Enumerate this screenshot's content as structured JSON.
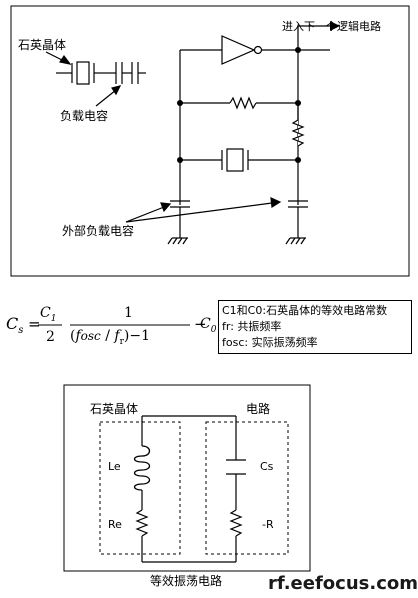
{
  "top": {
    "crystal_label": "石英晶体",
    "load_cap_label": "负载电容",
    "ext_load_cap_label": "外部负载电容",
    "next_logic_label": "进入下一个逻辑电路"
  },
  "formula": {
    "lhs": "C",
    "lhs_sub": "s",
    "num1": "C",
    "num1_sub": "1",
    "den1": "2",
    "num2": "1",
    "den2_f": "f",
    "den2_osc": "osc",
    "den2_slash": "/",
    "den2_r": "f",
    "den2_r_sub": "r",
    "den2_minus": ")−1",
    "minus": "−",
    "c0": "C",
    "c0_sub": "0"
  },
  "legend": {
    "line1": "C1和C0:石英晶体的等效电路常数",
    "line2": "fr: 共振频率",
    "line3": "fosc: 实际振荡频率"
  },
  "bottom": {
    "crystal_label": "石英晶体",
    "circuit_label": "电路",
    "le": "Le",
    "re": "Re",
    "cs": "Cs",
    "neg_r": "-R",
    "caption": "等效振荡电路"
  },
  "watermark": "rf.eefocus.com"
}
